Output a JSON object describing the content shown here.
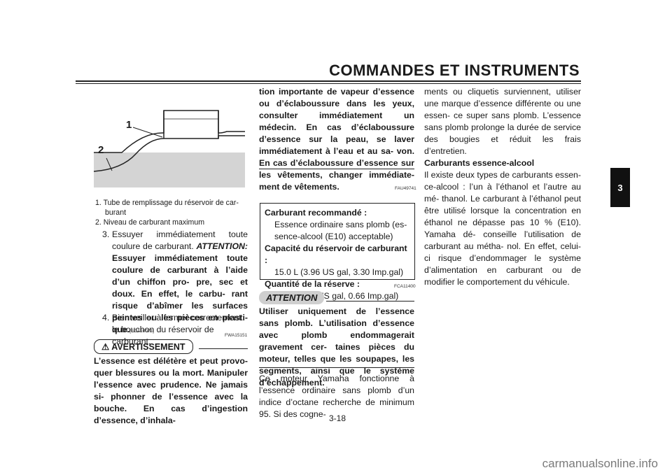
{
  "header": {
    "title": "COMMANDES ET INSTRUMENTS"
  },
  "tab": {
    "chapter": "3"
  },
  "figure": {
    "callout_1": "1",
    "callout_2": "2",
    "captions": [
      "1.  Tube de remplissage du réservoir de car-",
      "burant",
      "2.  Niveau de carburant maximum"
    ]
  },
  "col1": {
    "step3_num": "3.",
    "step3_text": "Essuyer immédiatement toute coulure de carburant.",
    "step3_attention": "ATTENTION:",
    "step3_bold": "Essuyer immédiatement toute coulure de carburant à l’aide d’un chiffon pro- pre, sec et doux. En effet, le carbu- rant risque d’abîmer les surfaces peintes ou les pièces en plasti- que.",
    "step3_code": "[FCA10071]",
    "step4_num": "4.",
    "step4_text": "Bien veiller à fermer correctement le bouchon du réservoir de carburant.",
    "warn_code": "FWA15151",
    "warn_label": "AVERTISSEMENT",
    "warn_text": "L’essence est délétère et peut provo- quer blessures ou la mort. Manipuler l’essence avec prudence. Ne jamais si- phonner de l’essence avec la bouche. En cas d’ingestion d’essence, d’inhala-"
  },
  "col2": {
    "warn_cont": "tion importante de vapeur d’essence ou d’éclaboussure dans les yeux, consulter immédiatement un médecin. En cas d’éclaboussure d’essence sur la peau, se laver immédiatement à l’eau et au sa- von. En cas d’éclaboussure d’essence sur les vêtements, changer immédiate- ment de vêtements.",
    "code1": "FAU49741",
    "box": {
      "rec_label": "Carburant recommandé :",
      "rec_value": "Essence ordinaire sans plomb (es- sence-alcool (E10) acceptable)",
      "cap_label": "Capacité du réservoir de carburant :",
      "cap_value": "15.0 L (3.96 US gal, 3.30 Imp.gal)",
      "res_label": "Quantité de la réserve :",
      "res_value": "3.0 L (0.79 US gal, 0.66 Imp.gal)"
    },
    "code2": "FCA11400",
    "attention_label": "ATTENTION",
    "attention_text": "Utiliser uniquement de l’essence sans plomb. L’utilisation d’essence avec plomb endommagerait gravement cer- taines pièces du moteur, telles que les soupapes, les segments, ainsi que le système d’échappement.",
    "body": "Ce moteur Yamaha fonctionne à l’essence ordinaire sans plomb d’un indice d’octane recherche de minimum 95. Si des cogne-"
  },
  "col3": {
    "body1": "ments ou cliquetis surviennent, utiliser une marque d’essence différente ou une essen- ce super sans plomb. L’essence sans plomb prolonge la durée de service des bougies et réduit les frais d’entretien.",
    "heading": "Carburants essence-alcool",
    "body2": "Il existe deux types de carburants essen- ce-alcool : l’un à l’éthanol et l’autre au mé- thanol. Le carburant à l’éthanol peut être utilisé lorsque la concentration en éthanol ne dépasse pas 10 % (E10). Yamaha dé- conseille l’utilisation de carburant au métha- nol. En effet, celui-ci risque d’endommager le système d’alimentation en carburant ou de modifier le comportement du véhicule."
  },
  "footer": {
    "page": "3-18",
    "watermark": "carmanualsonline.info"
  }
}
